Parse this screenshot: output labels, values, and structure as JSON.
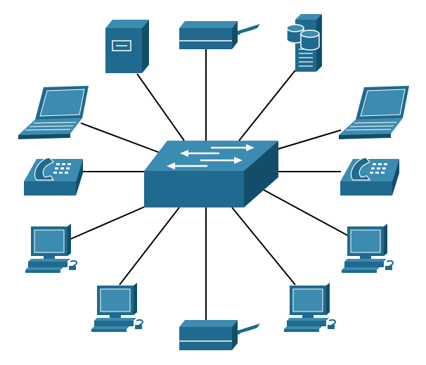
{
  "diagram": {
    "colors": {
      "body": "#1F6A8E",
      "top": "#3C8BB0",
      "side": "#124E69",
      "highlight": "#FFFFFF",
      "link": "#000000",
      "background": "#FFFFFF"
    },
    "hub": {
      "type": "switch",
      "icon": "network-switch-icon"
    },
    "devices": [
      {
        "id": "tower-server",
        "type": "server",
        "icon": "tower-server-icon"
      },
      {
        "id": "printer-top",
        "type": "printer",
        "icon": "printer-icon"
      },
      {
        "id": "database-server",
        "type": "database-server",
        "icon": "database-server-icon"
      },
      {
        "id": "laptop-left",
        "type": "laptop",
        "icon": "laptop-icon"
      },
      {
        "id": "laptop-right",
        "type": "laptop",
        "icon": "laptop-icon"
      },
      {
        "id": "ip-phone-left",
        "type": "ip-phone",
        "icon": "ip-phone-icon"
      },
      {
        "id": "ip-phone-right",
        "type": "ip-phone",
        "icon": "ip-phone-icon"
      },
      {
        "id": "workstation-left-upper",
        "type": "workstation",
        "icon": "workstation-icon"
      },
      {
        "id": "workstation-right-upper",
        "type": "workstation",
        "icon": "workstation-icon"
      },
      {
        "id": "workstation-left-lower",
        "type": "workstation",
        "icon": "workstation-icon"
      },
      {
        "id": "workstation-right-lower",
        "type": "workstation",
        "icon": "workstation-icon"
      },
      {
        "id": "printer-bottom",
        "type": "printer",
        "icon": "printer-icon"
      }
    ]
  }
}
